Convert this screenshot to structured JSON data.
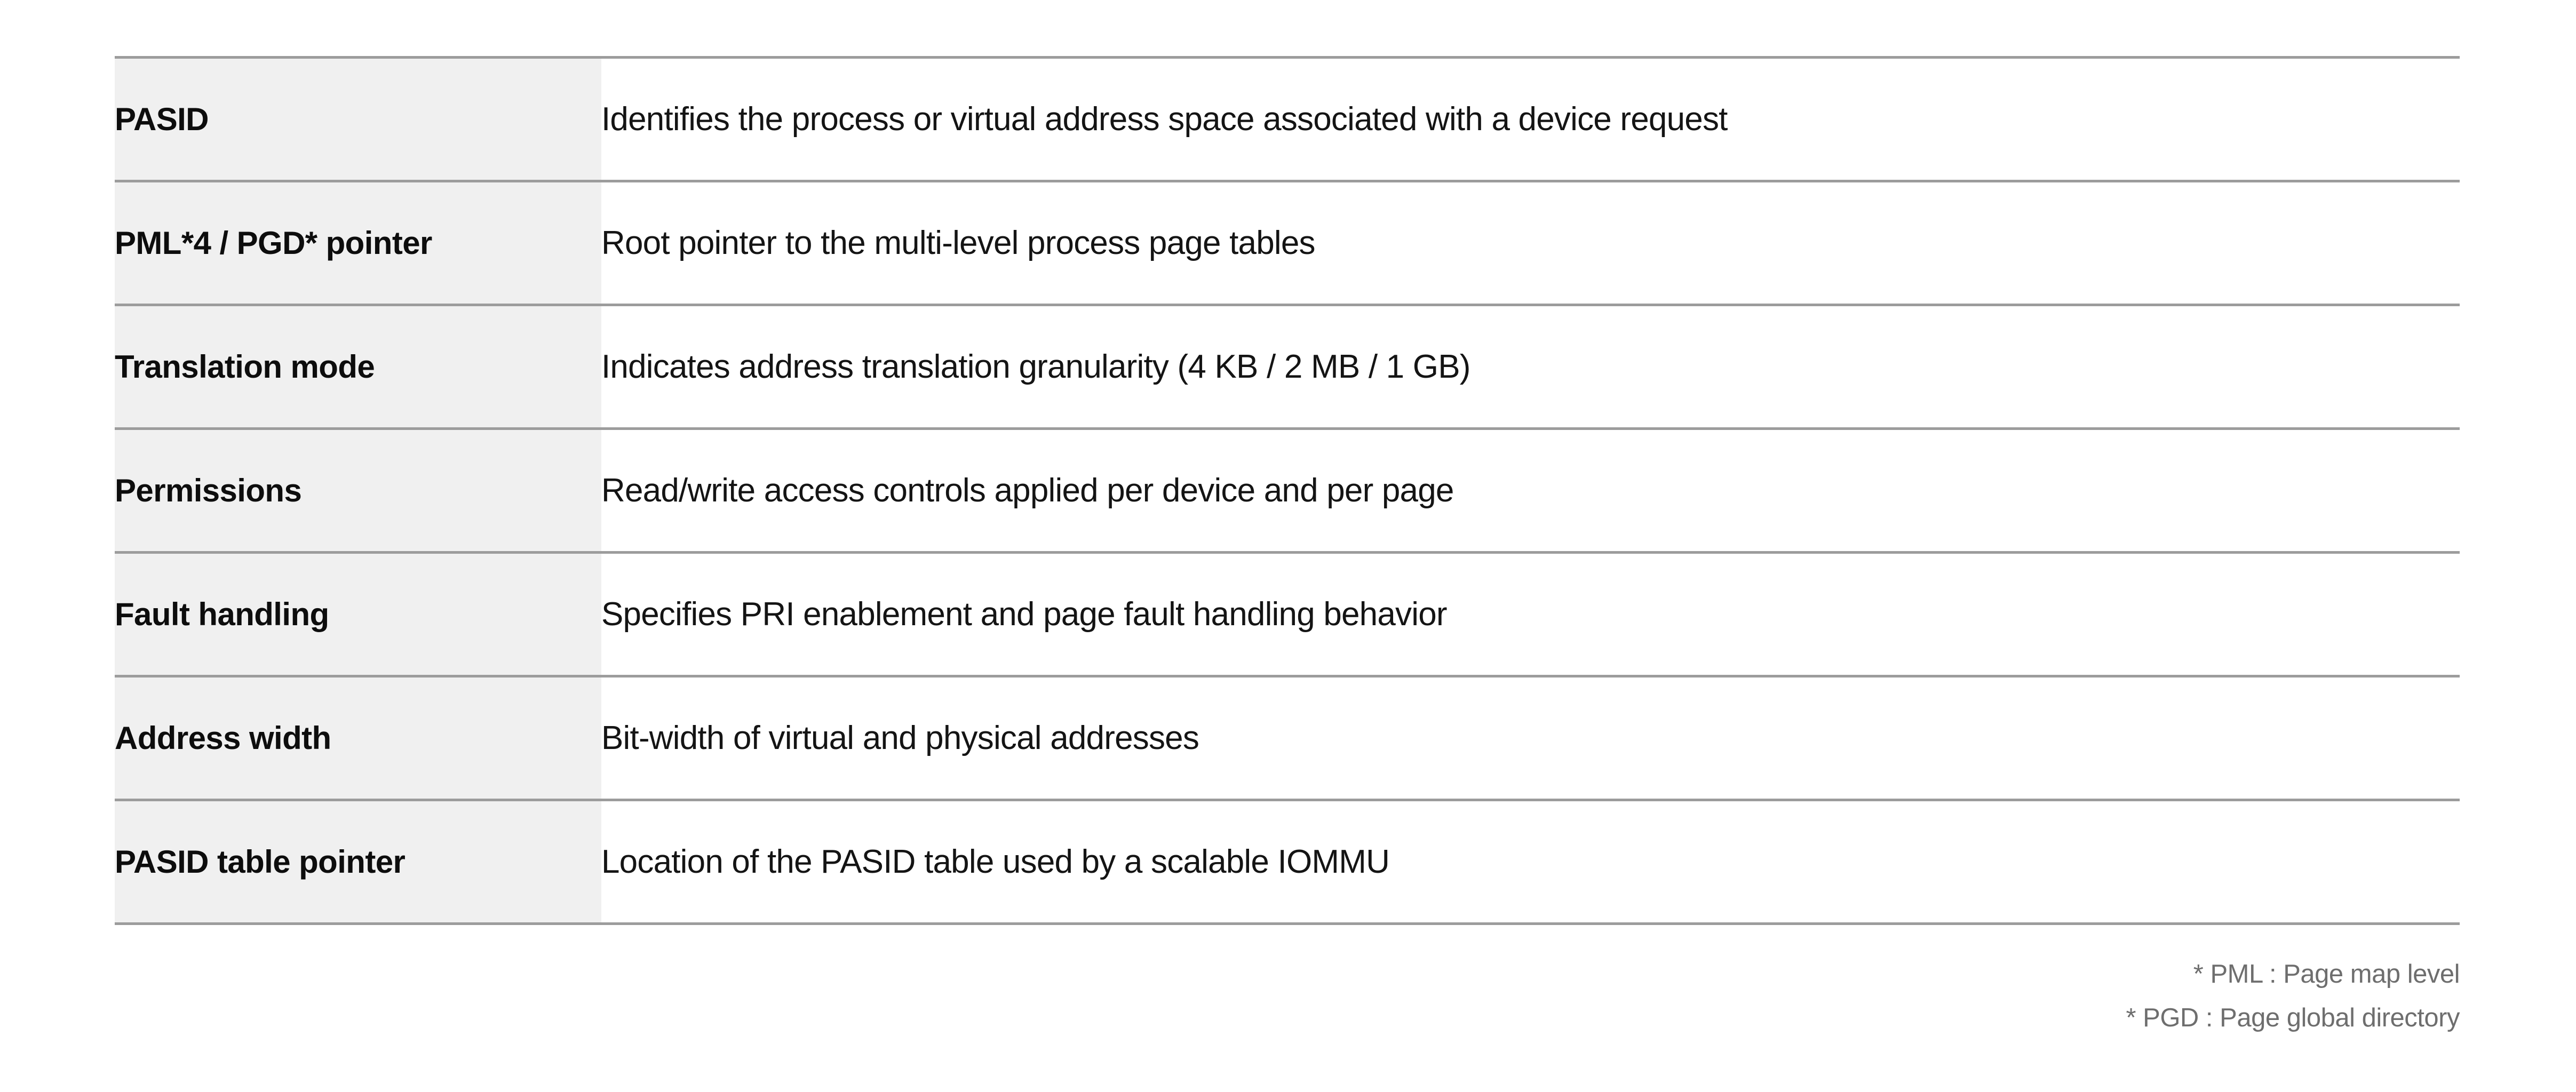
{
  "table": {
    "rows": [
      {
        "term": "PASID",
        "description": "Identifies the process or virtual address space associated with a device request"
      },
      {
        "term": "PML*4 / PGD* pointer",
        "description": "Root pointer to the multi-level process page tables"
      },
      {
        "term": "Translation mode",
        "description": "Indicates address translation granularity (4 KB / 2 MB / 1 GB)"
      },
      {
        "term": "Permissions",
        "description": "Read/write access controls applied per device and per page"
      },
      {
        "term": "Fault handling",
        "description": "Specifies PRI enablement and page fault handling behavior"
      },
      {
        "term": "Address width",
        "description": "Bit-width of virtual and physical addresses"
      },
      {
        "term": "PASID table pointer",
        "description": "Location of the PASID table used by a scalable IOMMU"
      }
    ]
  },
  "footnotes": [
    "* PML : Page map level",
    "* PGD : Page global directory"
  ],
  "colors": {
    "term_cell_background": "#f0f0f0",
    "desc_cell_background": "#ffffff",
    "row_divider": "#9c9c9c",
    "term_text": "#0d0d0d",
    "desc_text": "#141414",
    "footnote_text": "#6e6e6e",
    "page_background": "#ffffff"
  }
}
